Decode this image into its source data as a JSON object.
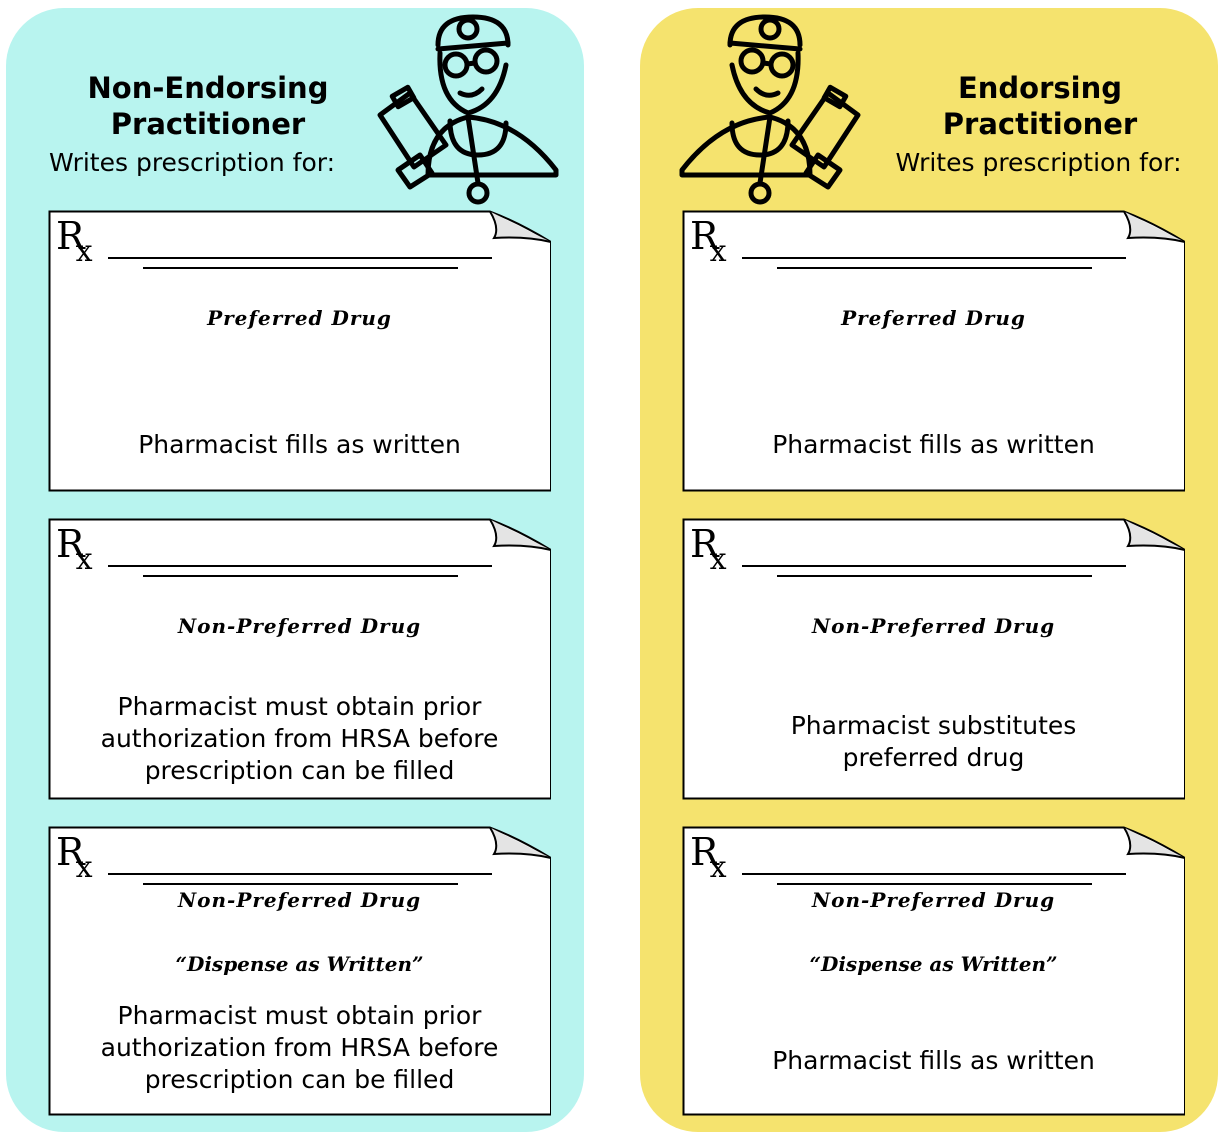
{
  "left": {
    "title_line1": "Non-Endorsing",
    "title_line2": "Practitioner",
    "subtitle": "Writes prescription for:",
    "cards": [
      {
        "rx": "R",
        "rx_x": "x",
        "drug": "Preferred Drug",
        "daw": "",
        "desc": [
          "Pharmacist fills as written"
        ]
      },
      {
        "rx": "R",
        "rx_x": "x",
        "drug": "Non-Preferred Drug",
        "daw": "",
        "desc": [
          "Pharmacist must obtain prior",
          "authorization from HRSA before",
          "prescription can be filled"
        ]
      },
      {
        "rx": "R",
        "rx_x": "x",
        "drug": "Non-Preferred Drug",
        "daw": "“Dispense as Written”",
        "desc": [
          "Pharmacist must obtain prior",
          "authorization from HRSA before",
          "prescription can be filled"
        ]
      }
    ]
  },
  "right": {
    "title_line1": "Endorsing",
    "title_line2": "Practitioner",
    "subtitle": "Writes prescription for:",
    "cards": [
      {
        "rx": "R",
        "rx_x": "x",
        "drug": "Preferred Drug",
        "daw": "",
        "desc": [
          "Pharmacist fills as written"
        ]
      },
      {
        "rx": "R",
        "rx_x": "x",
        "drug": "Non-Preferred Drug",
        "daw": "",
        "desc": [
          "Pharmacist substitutes",
          "preferred drug"
        ]
      },
      {
        "rx": "R",
        "rx_x": "x",
        "drug": "Non-Preferred Drug",
        "daw": "“Dispense as Written”",
        "desc": [
          "Pharmacist fills as written"
        ]
      }
    ]
  },
  "colors": {
    "left_panel": "#b8f4ef",
    "right_panel": "#f5e36e"
  },
  "icons": [
    "doctor-with-clipboard-icon",
    "prescription-pad-icon"
  ]
}
